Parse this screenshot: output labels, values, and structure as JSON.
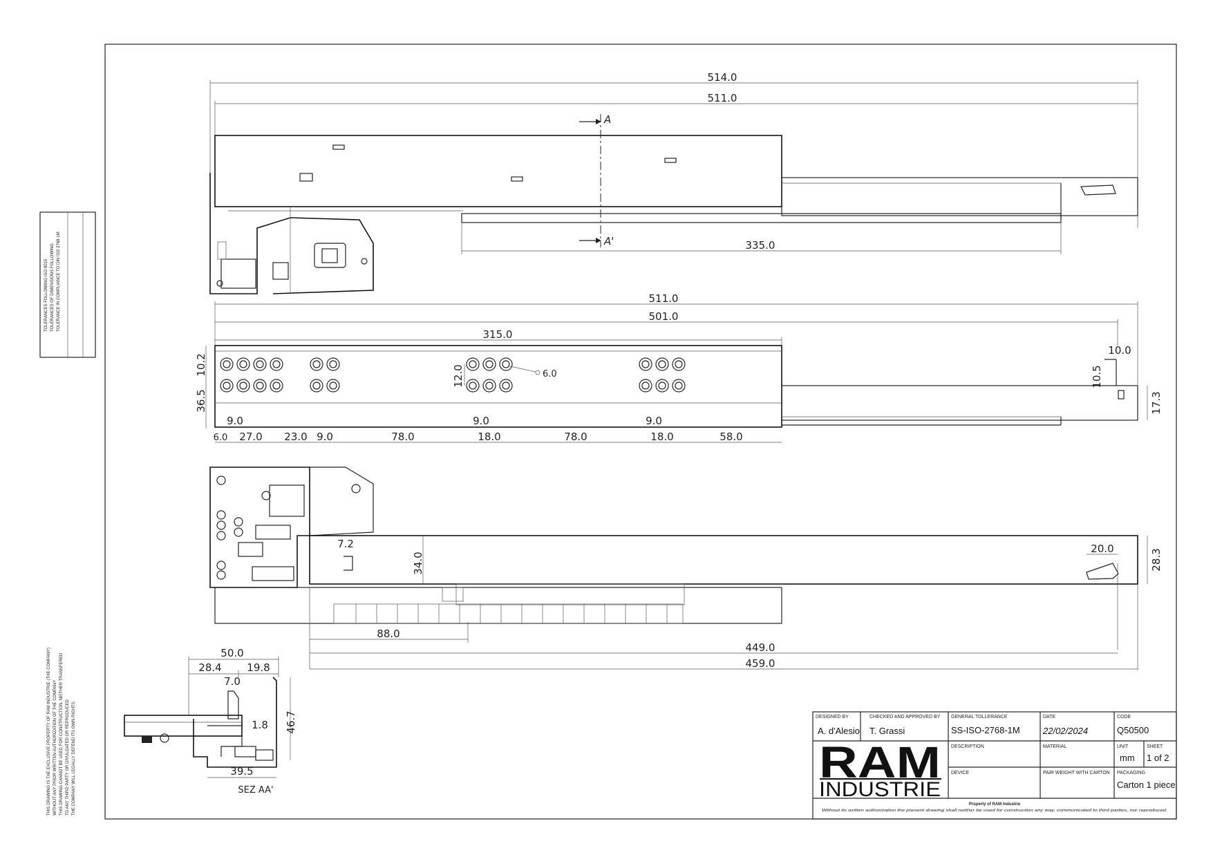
{
  "views": {
    "top": {
      "section_marks": [
        "A",
        "A'"
      ],
      "dims": {
        "overall": "514.0",
        "slide": "511.0",
        "rail": "335.0"
      }
    },
    "side": {
      "dims": {
        "overall": "511.0",
        "inner": "501.0",
        "holes_span": "315.0",
        "top_offset": "10.2",
        "height": "36.5",
        "hole_v": "12.0",
        "hole_d": "6.0",
        "end_w": "10.0",
        "end_h": "10.5",
        "rail_h": "17.3",
        "pitch": [
          "9.0",
          "9.0",
          "9.0"
        ],
        "bottom": [
          "6.0",
          "27.0",
          "23.0",
          "9.0",
          "78.0",
          "18.0",
          "78.0",
          "18.0",
          "58.0"
        ]
      }
    },
    "bottom": {
      "dims": {
        "tab": "7.2",
        "h34": "34.0",
        "end_w": "20.0",
        "h28": "28.3",
        "d88": "88.0",
        "d449": "449.0",
        "d459": "459.0"
      }
    },
    "section": {
      "caption": "SEZ AA'",
      "dims": {
        "w50": "50.0",
        "w28": "28.4",
        "w19": "19.8",
        "w7": "7.0",
        "h18": "1.8",
        "h46": "46.7",
        "w39": "39.5"
      }
    }
  },
  "tolerance_box": {
    "title": "TOLERANCES FOLLOWING ISO 8015",
    "lines": [
      "TOLERANCES OF DIMENSIONS FOLLOWING",
      "TOLERANCE IN COMPLIANCE TO DIN ISO 2768-1M"
    ]
  },
  "notice": [
    "THIS DRAWING IS THE EXCLUSIVE PROPERTY OF RAM INDUSTRIE (THE COMPANY)",
    "WITHOUT ANY PRIOR WRITTEN AUTHORIZATION OF THE COMPANY",
    "THIS DRAWING CANNOT BE USED FOR CONSTRUCTION. NEITHER TRANSFERED",
    "TO ANY THIRD PARTY OR DIVULGATED OR REPRODUCED",
    "THE COMPANY WILL LEGALLY DEFEND ITS OWN RIGHTS"
  ],
  "title_block": {
    "designed_by_label": "DESIGNED BY",
    "designed_by": "A. d'Alesio",
    "checked_label": "CHECKED AND APPROVED BY",
    "checked": "T. Grassi",
    "tolerance_label": "GENERAL TOLLERANCE",
    "tolerance": "SS-ISO-2768-1M",
    "date_label": "DATE",
    "date": "22/02/2024",
    "code_label": "CODE",
    "code": "Q50500",
    "description_label": "DESCRIPTION",
    "material_label": "MATERIAL",
    "unit_label": "UNIT",
    "unit": "mm",
    "sheet_label": "SHEET",
    "sheet": "1 of 2",
    "device_label": "DEVICE",
    "weight_label": "PAIR WEIGHT WITH CARTON",
    "packaging_label": "PACKAGING",
    "packaging": "Carton 1 piece",
    "logo_top": "RAM",
    "logo_bottom": "INDUSTRIE",
    "footer_1": "Property of RAM Industrie",
    "footer_2": "Without its written authorization the present drawing shall neither be used for construction any way, communicated to third parties, nor reproduced."
  }
}
